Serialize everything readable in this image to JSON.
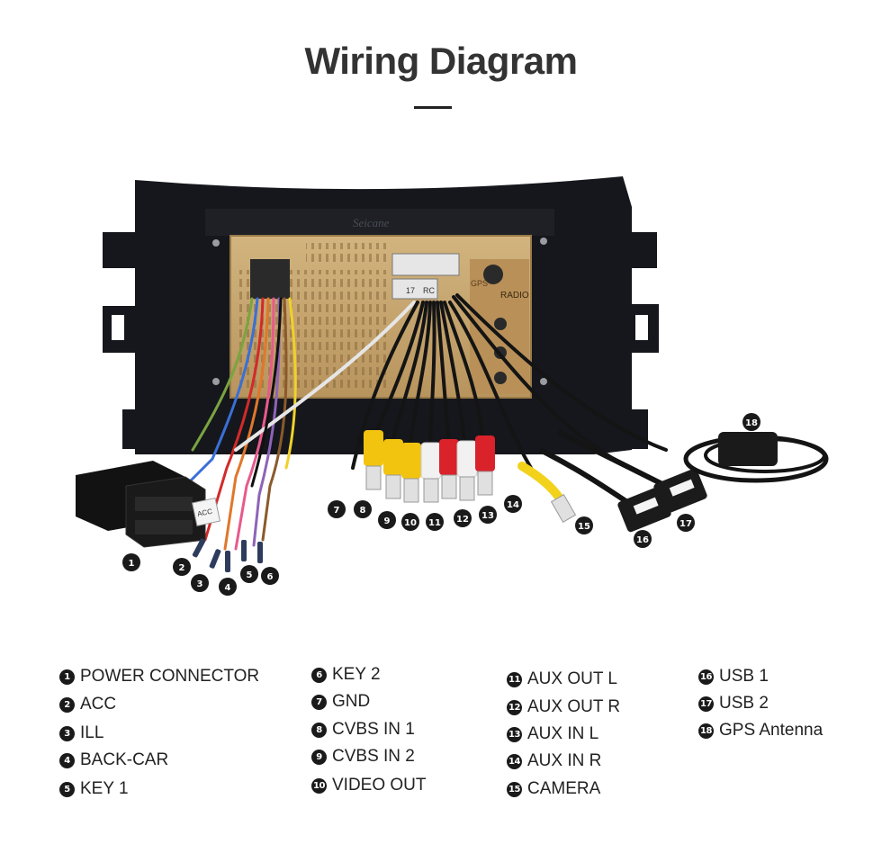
{
  "title": "Wiring Diagram",
  "brand_watermark": "Seicane",
  "unit_labels": {
    "gps": "GPS",
    "radio": "RADIO",
    "small1": "RC",
    "small2": "17"
  },
  "connector_tag": "ACC",
  "callouts": [
    "1",
    "2",
    "3",
    "4",
    "5",
    "6",
    "7",
    "8",
    "9",
    "10",
    "11",
    "12",
    "13",
    "14",
    "15",
    "16",
    "17",
    "18"
  ],
  "legend": [
    {
      "num": "1",
      "label": "POWER CONNECTOR"
    },
    {
      "num": "2",
      "label": "ACC"
    },
    {
      "num": "3",
      "label": "ILL"
    },
    {
      "num": "4",
      "label": "BACK-CAR"
    },
    {
      "num": "5",
      "label": "KEY 1"
    },
    {
      "num": "6",
      "label": "KEY 2"
    },
    {
      "num": "7",
      "label": "GND"
    },
    {
      "num": "8",
      "label": "CVBS IN 1"
    },
    {
      "num": "9",
      "label": "CVBS IN 2"
    },
    {
      "num": "10",
      "label": "VIDEO OUT"
    },
    {
      "num": "11",
      "label": "AUX OUT L"
    },
    {
      "num": "12",
      "label": "AUX OUT R"
    },
    {
      "num": "13",
      "label": "AUX IN L"
    },
    {
      "num": "14",
      "label": "AUX IN R"
    },
    {
      "num": "15",
      "label": "CAMERA"
    },
    {
      "num": "16",
      "label": "USB 1"
    },
    {
      "num": "17",
      "label": "USB 2"
    },
    {
      "num": "18",
      "label": "GPS Antenna"
    }
  ],
  "colors": {
    "frame": "#15171c",
    "unit_body": "#c9a873",
    "rca_yellow": "#f2c40f",
    "rca_white": "#f1f1f1",
    "rca_red": "#d9222a",
    "camera_yellow": "#f2d21b",
    "wire_black": "#141414"
  }
}
